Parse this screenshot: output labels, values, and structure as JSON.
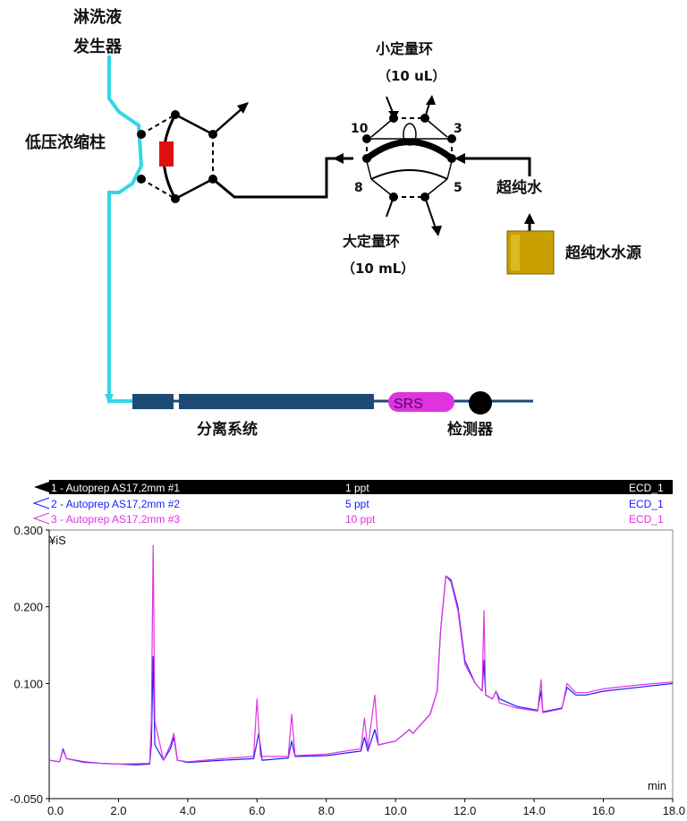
{
  "schematic": {
    "eluent_generator_line1": "淋洗液",
    "eluent_generator_line2": "发生器",
    "low_pressure_column": "低压浓缩柱",
    "small_loop_label": "小定量环",
    "small_loop_volume": "（10 uL）",
    "large_loop_label": "大定量环",
    "large_loop_volume": "（10 mL）",
    "port_10": "10",
    "port_3": "3",
    "port_8": "8",
    "port_5": "5",
    "ultrapure_water": "超纯水",
    "ultrapure_water_source": "超纯水水源",
    "srs": "SRS",
    "separation_system": "分离系统",
    "detector": "检测器",
    "colors": {
      "eluent_line": "#33d6e8",
      "column_block": "#1c4a74",
      "srs": "#e033e0",
      "concentrator": "#e01010",
      "reservoir": "#c8a000"
    }
  },
  "chart_data": {
    "type": "line",
    "xlim": [
      0.0,
      18.0
    ],
    "ylim": [
      -0.05,
      0.3
    ],
    "x_unit_label": "min",
    "y_unit_label": "¥iS",
    "xticks": [
      "0.0",
      "2.0",
      "4.0",
      "6.0",
      "8.0",
      "10.0",
      "12.0",
      "14.0",
      "16.0",
      "18.0"
    ],
    "xtick_values": [
      0,
      2,
      4,
      6,
      8,
      10,
      12,
      14,
      16,
      18
    ],
    "yticks": [
      "0.300",
      "0.200",
      "0.100",
      "-0.050"
    ],
    "ytick_values": [
      0.3,
      0.2,
      0.1,
      -0.05
    ],
    "legend": [
      {
        "index_label": "1 - Autoprep AS17,2mm #1",
        "conc": "1 ppt",
        "channel": "ECD_1",
        "color": "#000000"
      },
      {
        "index_label": "2 - Autoprep AS17,2mm #2",
        "conc": "5 ppt",
        "channel": "ECD_1",
        "color": "#1a1aff"
      },
      {
        "index_label": "3 - Autoprep AS17,2mm #3",
        "conc": "10 ppt",
        "channel": "ECD_1",
        "color": "#e033e0"
      }
    ],
    "series": [
      {
        "color": "#1a1aff",
        "points": [
          [
            0,
            0.0
          ],
          [
            0.3,
            -0.002
          ],
          [
            0.4,
            0.015
          ],
          [
            0.5,
            0.002
          ],
          [
            1.0,
            -0.002
          ],
          [
            1.5,
            -0.004
          ],
          [
            2.5,
            -0.006
          ],
          [
            2.9,
            -0.005
          ],
          [
            2.95,
            0.02
          ],
          [
            3.0,
            0.135
          ],
          [
            3.05,
            0.02
          ],
          [
            3.3,
            0.0
          ],
          [
            3.5,
            0.015
          ],
          [
            3.6,
            0.03
          ],
          [
            3.7,
            0.0
          ],
          [
            4.0,
            -0.003
          ],
          [
            5.0,
            0.0
          ],
          [
            5.9,
            0.002
          ],
          [
            6.05,
            0.035
          ],
          [
            6.15,
            0.0
          ],
          [
            6.9,
            0.003
          ],
          [
            7.0,
            0.025
          ],
          [
            7.1,
            0.005
          ],
          [
            8.0,
            0.006
          ],
          [
            9.0,
            0.012
          ],
          [
            9.1,
            0.03
          ],
          [
            9.2,
            0.012
          ],
          [
            9.4,
            0.04
          ],
          [
            9.5,
            0.02
          ],
          [
            10.0,
            0.025
          ],
          [
            10.4,
            0.04
          ],
          [
            10.5,
            0.035
          ],
          [
            11.0,
            0.06
          ],
          [
            11.2,
            0.09
          ],
          [
            11.3,
            0.17
          ],
          [
            11.45,
            0.24
          ],
          [
            11.6,
            0.235
          ],
          [
            11.8,
            0.2
          ],
          [
            12.0,
            0.13
          ],
          [
            12.3,
            0.1
          ],
          [
            12.5,
            0.09
          ],
          [
            12.55,
            0.13
          ],
          [
            12.6,
            0.085
          ],
          [
            12.8,
            0.08
          ],
          [
            12.9,
            0.09
          ],
          [
            13.0,
            0.08
          ],
          [
            13.5,
            0.07
          ],
          [
            14.1,
            0.065
          ],
          [
            14.2,
            0.09
          ],
          [
            14.25,
            0.063
          ],
          [
            14.8,
            0.068
          ],
          [
            14.95,
            0.095
          ],
          [
            15.2,
            0.085
          ],
          [
            15.5,
            0.085
          ],
          [
            16.0,
            0.09
          ],
          [
            17.0,
            0.095
          ],
          [
            18.0,
            0.1
          ]
        ]
      },
      {
        "color": "#e033e0",
        "points": [
          [
            0,
            0.0
          ],
          [
            0.3,
            -0.002
          ],
          [
            0.4,
            0.013
          ],
          [
            0.5,
            0.002
          ],
          [
            1.0,
            -0.003
          ],
          [
            2.0,
            -0.005
          ],
          [
            2.9,
            -0.004
          ],
          [
            2.95,
            0.05
          ],
          [
            3.0,
            0.28
          ],
          [
            3.05,
            0.05
          ],
          [
            3.3,
            0.0
          ],
          [
            3.5,
            0.02
          ],
          [
            3.6,
            0.035
          ],
          [
            3.7,
            0.0
          ],
          [
            4.0,
            -0.002
          ],
          [
            5.0,
            0.002
          ],
          [
            5.9,
            0.005
          ],
          [
            6.0,
            0.08
          ],
          [
            6.1,
            0.005
          ],
          [
            6.9,
            0.005
          ],
          [
            7.0,
            0.06
          ],
          [
            7.1,
            0.006
          ],
          [
            8.0,
            0.008
          ],
          [
            9.0,
            0.015
          ],
          [
            9.1,
            0.055
          ],
          [
            9.2,
            0.015
          ],
          [
            9.4,
            0.085
          ],
          [
            9.5,
            0.02
          ],
          [
            10.0,
            0.025
          ],
          [
            10.4,
            0.04
          ],
          [
            10.5,
            0.035
          ],
          [
            11.0,
            0.06
          ],
          [
            11.2,
            0.09
          ],
          [
            11.3,
            0.17
          ],
          [
            11.45,
            0.24
          ],
          [
            11.6,
            0.232
          ],
          [
            11.8,
            0.195
          ],
          [
            12.0,
            0.125
          ],
          [
            12.3,
            0.1
          ],
          [
            12.5,
            0.09
          ],
          [
            12.55,
            0.195
          ],
          [
            12.6,
            0.085
          ],
          [
            12.8,
            0.08
          ],
          [
            12.9,
            0.09
          ],
          [
            13.0,
            0.075
          ],
          [
            13.5,
            0.068
          ],
          [
            14.1,
            0.064
          ],
          [
            14.2,
            0.105
          ],
          [
            14.25,
            0.062
          ],
          [
            14.8,
            0.067
          ],
          [
            14.95,
            0.1
          ],
          [
            15.2,
            0.088
          ],
          [
            15.5,
            0.088
          ],
          [
            16.0,
            0.093
          ],
          [
            17.0,
            0.098
          ],
          [
            18.0,
            0.102
          ]
        ]
      }
    ]
  }
}
